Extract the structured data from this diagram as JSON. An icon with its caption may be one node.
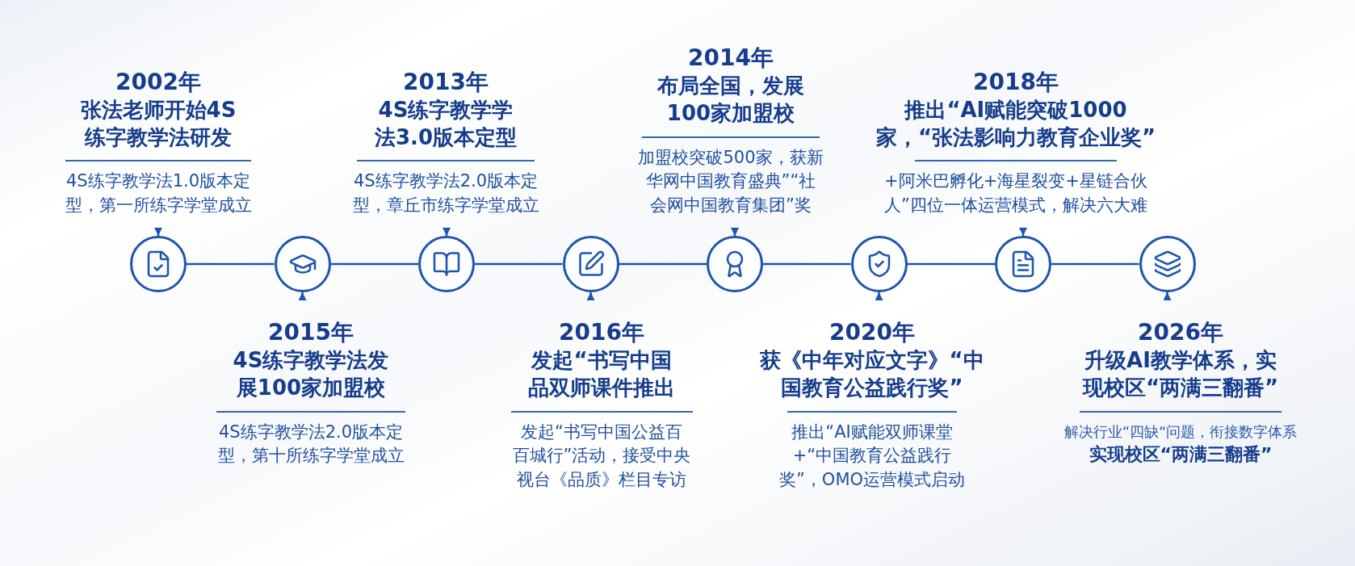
{
  "diagram": {
    "nodes": [
      {
        "text": [
          "2002年",
          "张法老师开始4S练字教学法研发",
          "4S练字教学法1.0版本定型，第一所练字学堂成立"
        ]
      },
      {
        "text": [
          "2013年",
          "4S练字教学学法3.0版本定型",
          "4S练字教学法2.0版本定型，章丘市练字学堂成立"
        ]
      },
      {
        "text": [
          "2014年",
          "布局全国，发展100家加盟校",
          "加盟校突破500家，获新华网中国教育盛典”“社会网中国教育集团”奖"
        ]
      },
      {
        "text": [
          "2018年",
          "推出“AI赋能突破1000家，“张法影响力教育企业奖”",
          "+阿米巴孵化+海星裂变+星链合伙人”四位一体运营模式，解决六大难"
        ]
      },
      {
        "text": [],
        "shape": "circle"
      },
      {
        "text": [],
        "shape": "circle"
      },
      {
        "text": [],
        "shape": "circle"
      },
      {
        "text": [],
        "shape": "circle"
      },
      {
        "text": [],
        "shape": "circle"
      },
      {
        "text": [],
        "shape": "circle"
      },
      {
        "text": [],
        "shape": "circle"
      },
      {
        "text": [],
        "shape": "circle"
      },
      {
        "text": [
          "2015年",
          "4S练字教学法发展100家加盟校",
          "4S练字教学法2.0版本定型，第十所练字学堂成立"
        ]
      },
      {
        "text": [
          "2016年",
          "发起“书写中国品双师课件推出",
          "发起“书写中国公益百百城行”活动，接受中央视台《品质》栏目专访"
        ]
      },
      {
        "text": [
          "2020年",
          "获《中年对应文字》“中国教育公益践行奖”",
          "推出“AI赋能双师课堂+“中国教育公益践行奖”，OMO运营模式启动"
        ]
      },
      {
        "text": [
          "2026年",
          "升级AI教学体系，实现校区“两满三翻番”",
          "解决行业“四缺“问题，衔接数字体系",
          "实现校区“两满三翻番”"
        ]
      }
    ],
    "edges": [
      {
        "from": 0,
        "to": 4,
        "arrow": "to"
      },
      {
        "from": 12,
        "to": 5,
        "arrow": "to"
      },
      {
        "from": 1,
        "to": 6,
        "arrow": "to"
      },
      {
        "from": 13,
        "to": 7,
        "arrow": "to"
      },
      {
        "from": 2,
        "to": 8,
        "arrow": "to"
      },
      {
        "from": 14,
        "to": 9,
        "arrow": "to"
      },
      {
        "from": 3,
        "to": 10,
        "arrow": "to"
      },
      {
        "from": 15,
        "to": 11,
        "arrow": "to"
      },
      {
        "from": 4,
        "to": 5,
        "arrow": "none"
      },
      {
        "from": 5,
        "to": 6,
        "arrow": "none"
      },
      {
        "from": 6,
        "to": 7,
        "arrow": "none"
      },
      {
        "from": 7,
        "to": 8,
        "arrow": "none"
      },
      {
        "from": 8,
        "to": 9,
        "arrow": "none"
      },
      {
        "from": 9,
        "to": 10,
        "arrow": "none"
      },
      {
        "from": 10,
        "to": 11,
        "arrow": "none"
      }
    ]
  }
}
